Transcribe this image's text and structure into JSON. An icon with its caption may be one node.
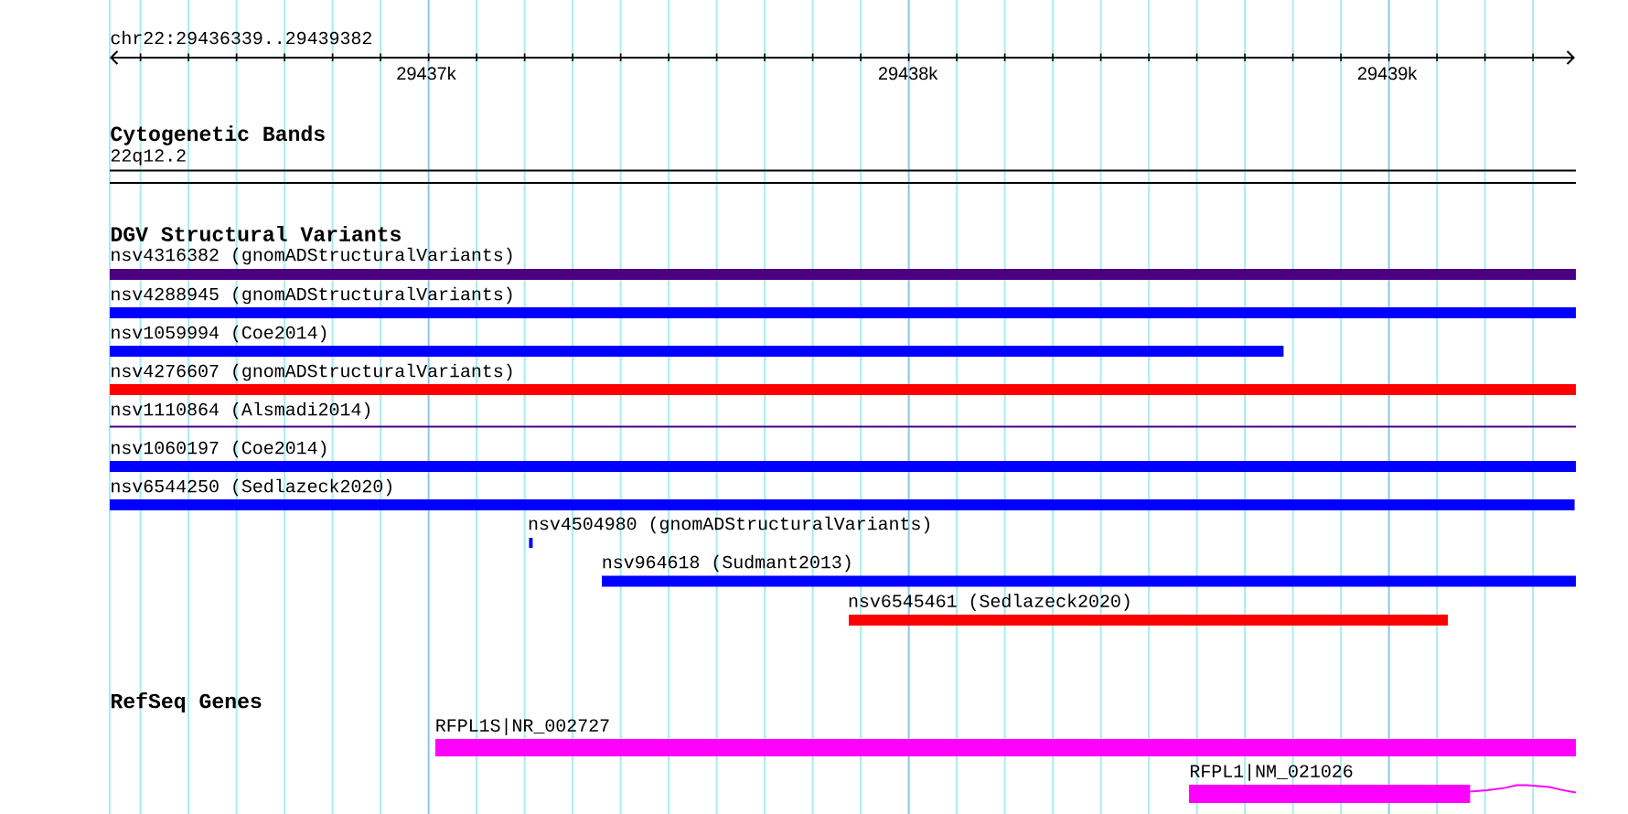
{
  "diagram": {
    "nodes": [
      {
        "text": [
          "22q12.2"
        ]
      },
      {
        "text": [
          "nsv4316382 (gnomADStructuralVariants)"
        ]
      },
      {
        "text": [
          "nsv4288945 (gnomADStructuralVariants)"
        ]
      },
      {
        "text": [
          "nsv1059994 (Coe2014)"
        ]
      },
      {
        "text": [
          "nsv4276607 (gnomADStructuralVariants)"
        ]
      },
      {
        "text": [
          "nsv1110864 (Alsmadi2014)"
        ]
      },
      {
        "text": [
          "nsv1060197 (Coe2014)"
        ]
      },
      {
        "text": [
          "nsv6544250 (Sedlazeck2020)"
        ]
      },
      {
        "text": [
          "nsv4504980 (gnomADStructuralVariants)"
        ]
      },
      {
        "text": [
          "nsv964618 (Sudmant2013)"
        ]
      },
      {
        "text": [
          "nsv6545461 (Sedlazeck2020)"
        ]
      },
      {
        "text": [
          "RFPL1S|NR_002727"
        ]
      },
      {
        "text": [
          "RFPL1|NM_021026"
        ]
      }
    ],
    "labels": [
      "chr22:29436339..29439382",
      "29437k",
      "29438k",
      "29439k",
      "Cytogenetic Bands",
      "DGV Structural Variants",
      "RefSeq Genes"
    ]
  }
}
